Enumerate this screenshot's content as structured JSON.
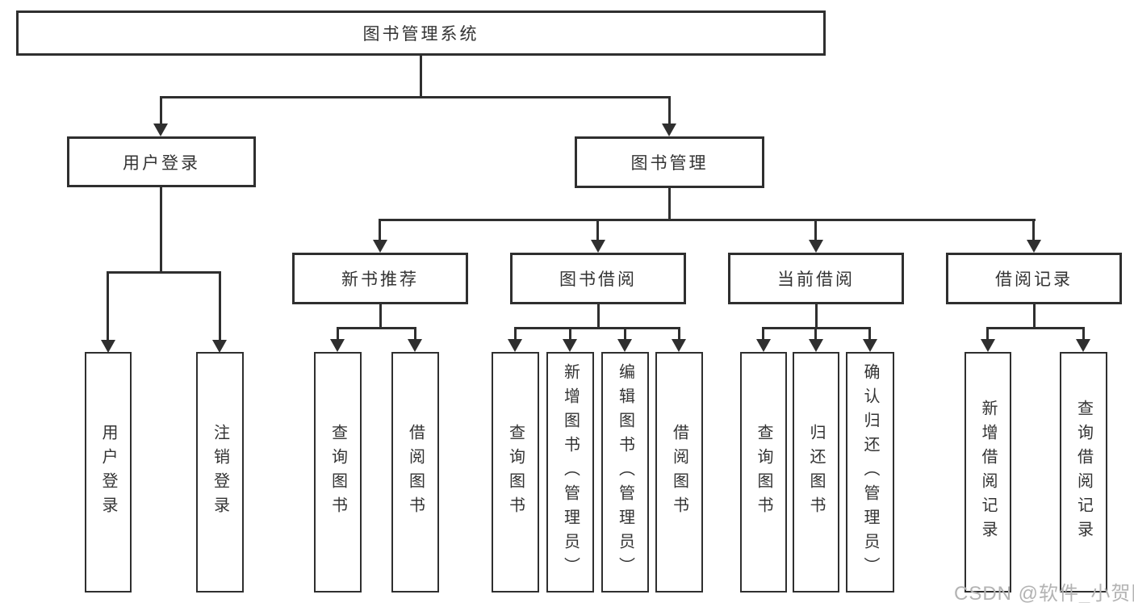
{
  "diagram": {
    "title": "图书管理系统",
    "children": [
      {
        "label": "用户登录",
        "children": [
          {
            "label": "用户登录"
          },
          {
            "label": "注销登录"
          }
        ]
      },
      {
        "label": "图书管理",
        "children": [
          {
            "label": "新书推荐",
            "children": [
              {
                "label": "查询图书"
              },
              {
                "label": "借阅图书"
              }
            ]
          },
          {
            "label": "图书借阅",
            "children": [
              {
                "label": "查询图书"
              },
              {
                "label": "新增图书（管理员）"
              },
              {
                "label": "编辑图书（管理员）"
              },
              {
                "label": "借阅图书"
              }
            ]
          },
          {
            "label": "当前借阅",
            "children": [
              {
                "label": "查询图书"
              },
              {
                "label": "归还图书"
              },
              {
                "label": "确认归还（管理员）"
              }
            ]
          },
          {
            "label": "借阅记录",
            "children": [
              {
                "label": "新增借阅记录"
              },
              {
                "label": "查询借阅记录"
              }
            ]
          }
        ]
      }
    ]
  },
  "watermark": {
    "text": "CSDN @软件_小贺同学"
  },
  "colors": {
    "line": "#2f2f2f",
    "text": "#333333",
    "watermark": "#b3b3b3",
    "background": "#ffffff"
  }
}
